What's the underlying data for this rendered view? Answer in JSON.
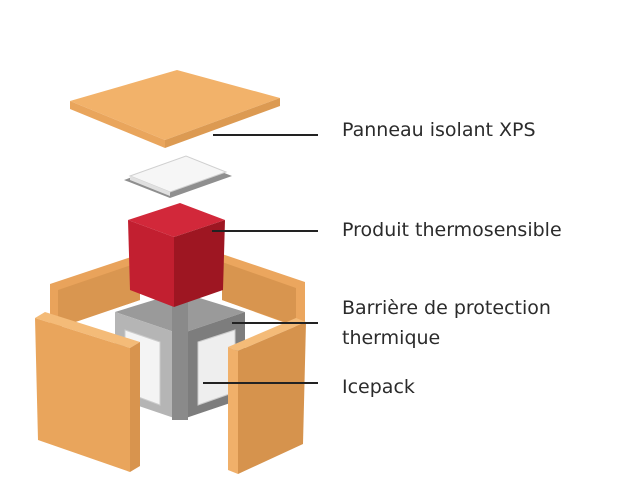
{
  "labels": {
    "panel": "Panneau isolant XPS",
    "product": "Produit thermosensible",
    "barrier_line1": "Barrière de protection",
    "barrier_line2": "thermique",
    "icepack": "Icepack"
  },
  "colors": {
    "xps": "#f2b26a",
    "product": "#c41f2e",
    "barrier": "#8c8c8c",
    "icepack": "#f2f2f2",
    "leader": "#222222"
  }
}
